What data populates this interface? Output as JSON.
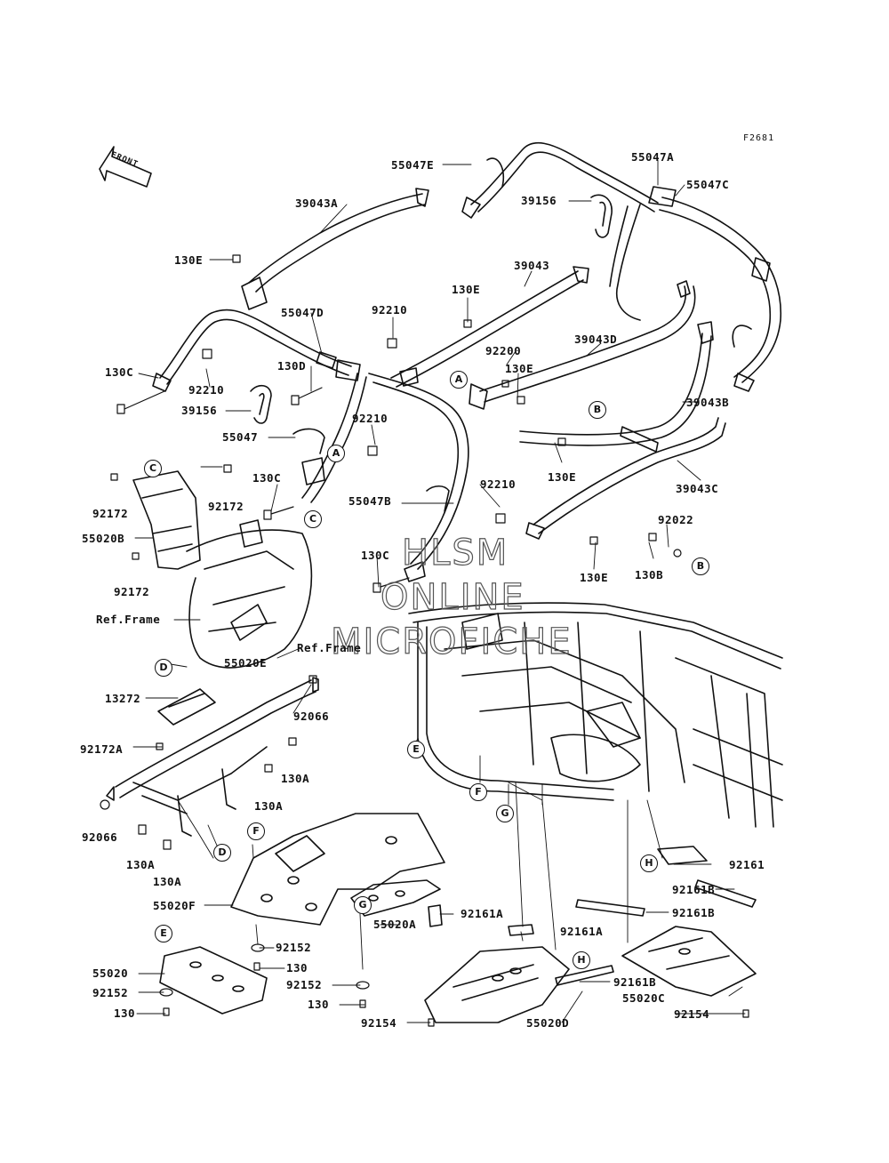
{
  "figure_code": "F2681",
  "front_arrow": "FRONT",
  "watermark": [
    "HLSM",
    "ONLINE",
    "MICROFICHE"
  ],
  "labels": {
    "l39043A": "39043A",
    "l130E_a": "130E",
    "l55047D": "55047D",
    "l92210_a": "92210",
    "l130C_a": "130C",
    "l92210_b": "92210",
    "l130D": "130D",
    "l39156_a": "39156",
    "l55047": "55047",
    "l92210_c": "92210",
    "l92172_a": "92172",
    "l92172_b": "92172",
    "l55020B": "55020B",
    "l130C_b": "130C",
    "l92172_c": "92172",
    "l55047B": "55047B",
    "l92210_d": "92210",
    "l130C_c": "130C",
    "lRefFrame_a": "Ref.Frame",
    "lRefFrame_b": "Ref.Frame",
    "l55020E": "55020E",
    "l13272": "13272",
    "l92066_a": "92066",
    "l92172A": "92172A",
    "l130A_a": "130A",
    "l130A_b": "130A",
    "l92066_b": "92066",
    "l130A_c": "130A",
    "l130A_d": "130A",
    "l55020F": "55020F",
    "l92152_a": "92152",
    "l130_a": "130",
    "l55020": "55020",
    "l92152_b": "92152",
    "l130_b": "130",
    "l92152_c": "92152",
    "l130_c": "130",
    "l55020A": "55020A",
    "l92161A_a": "92161A",
    "l92161A_b": "92161A",
    "l92154_a": "92154",
    "l55020D": "55020D",
    "l92161B_a": "92161B",
    "l92161B_b": "92161B",
    "l92161B_c": "92161B",
    "l92161": "92161",
    "l55020C": "55020C",
    "l92154_b": "92154",
    "l55047E": "55047E",
    "l55047A": "55047A",
    "l55047C": "55047C",
    "l39156_b": "39156",
    "l39043": "39043",
    "l130E_b": "130E",
    "l92200": "92200",
    "l130E_c": "130E",
    "l39043D": "39043D",
    "l39043B": "39043B",
    "l130E_d": "130E",
    "l39043C": "39043C",
    "l92022": "92022",
    "l130B": "130B",
    "l130E_e": "130E"
  },
  "callouts": {
    "cA1": "A",
    "cA2": "A",
    "cB1": "B",
    "cB2": "B",
    "cC1": "C",
    "cC2": "C",
    "cD1": "D",
    "cD2": "D",
    "cE1": "E",
    "cE2": "E",
    "cF1": "F",
    "cF2": "F",
    "cG1": "G",
    "cG2": "G",
    "cH1": "H",
    "cH2": "H"
  }
}
